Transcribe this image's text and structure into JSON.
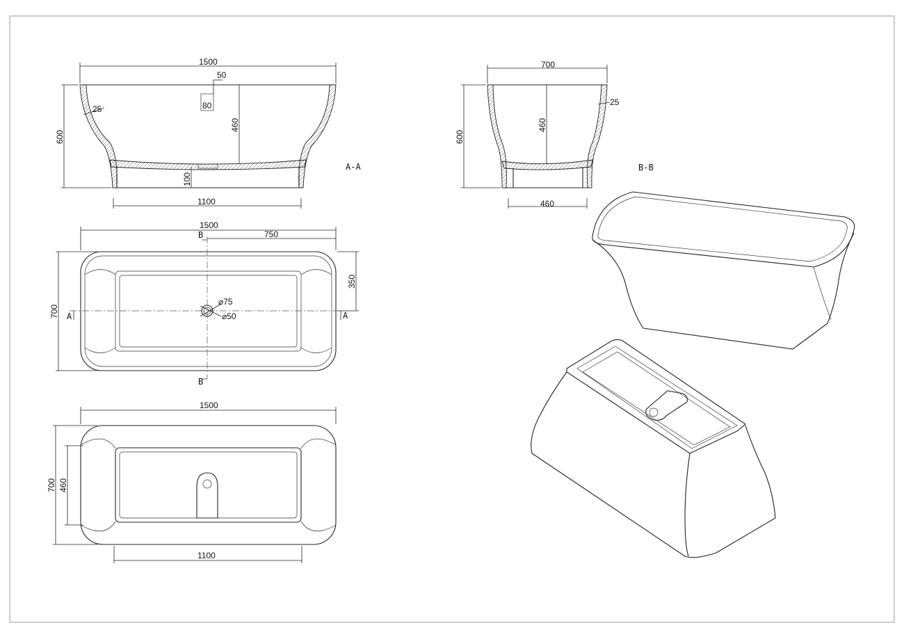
{
  "sections": {
    "aa": "A-A",
    "bb": "B-B"
  },
  "cut_marks": {
    "a": "A",
    "b": "B"
  },
  "front_section": {
    "overall_length": "1500",
    "overflow_w": "50",
    "overflow_h": "80",
    "depth": "460",
    "height": "600",
    "wall": "25",
    "base_h": "100",
    "base_length": "1100"
  },
  "side_section": {
    "overall_width": "700",
    "height": "600",
    "depth": "460",
    "wall": "25",
    "base_width": "460"
  },
  "top_view": {
    "length": "1500",
    "half_length": "750",
    "width": "700",
    "half_width": "350",
    "drain_outer": "⌀75",
    "drain_inner": "⌀50"
  },
  "bottom_view": {
    "length": "1500",
    "width": "700",
    "inner_width": "460",
    "base_length": "1100"
  }
}
